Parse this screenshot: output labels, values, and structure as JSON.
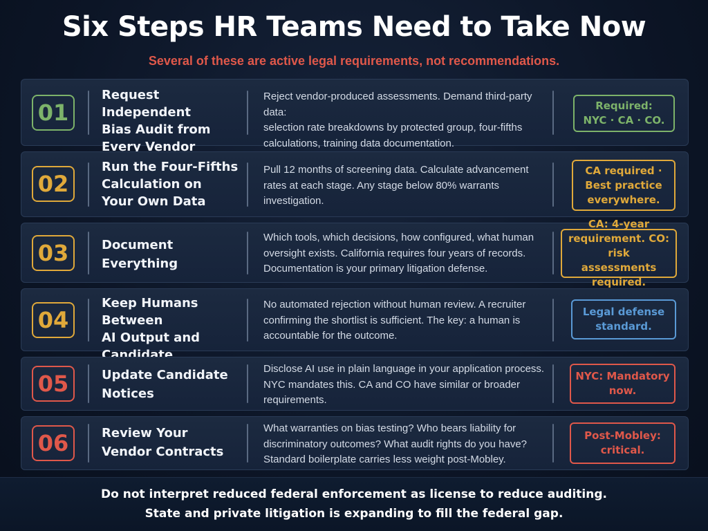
{
  "title": "Six Steps HR Teams Need to Take Now",
  "subtitle": "Several of these are active legal requirements, not recommendations.",
  "steps": [
    {
      "number": "01",
      "title_lines": [
        "Request Independent",
        "Bias Audit from",
        "Every Vendor"
      ],
      "desc_lines": [
        "Reject vendor-produced assessments. Demand third-party data:",
        "selection rate breakdowns by protected group, four-fifths",
        "calculations, training data documentation."
      ],
      "badge_lines": [
        "Required:",
        "NYC · CA · CO."
      ],
      "color": "#7db36a"
    },
    {
      "number": "02",
      "title_lines": [
        "Run the Four-Fifths",
        "Calculation on",
        "Your Own Data"
      ],
      "desc_lines": [
        "Pull 12 months of screening data. Calculate advancement",
        "rates at each stage. Any stage below 80% warrants",
        "investigation."
      ],
      "badge_lines": [
        "CA required ·",
        "Best practice",
        "everywhere."
      ],
      "color": "#e0a93a"
    },
    {
      "number": "03",
      "title_lines": [
        "Document",
        "Everything"
      ],
      "desc_lines": [
        "Which tools, which decisions, how configured, what human",
        "oversight exists. California requires four years of records.",
        "Documentation is your primary litigation defense."
      ],
      "badge_lines": [
        "CA: 4-year",
        "requirement. CO: risk",
        "assessments required."
      ],
      "color": "#e0a93a"
    },
    {
      "number": "04",
      "title_lines": [
        "Keep Humans Between",
        "AI Output and",
        "Candidate Decisions"
      ],
      "desc_lines": [
        "No automated rejection without human review. A recruiter",
        "confirming the shortlist is sufficient. The key: a human is",
        "accountable for the outcome."
      ],
      "badge_lines": [
        "Legal defense",
        "standard."
      ],
      "color": "#e0a93a",
      "badge_color": "#5a9ad6"
    },
    {
      "number": "05",
      "title_lines": [
        "Update Candidate",
        "Notices"
      ],
      "desc_lines": [
        "Disclose AI use in plain language in your application process.",
        "NYC mandates this. CA and CO have similar or broader",
        "requirements."
      ],
      "badge_lines": [
        "NYC: Mandatory",
        "now."
      ],
      "color": "#e0584a"
    },
    {
      "number": "06",
      "title_lines": [
        "Review Your",
        "Vendor Contracts"
      ],
      "desc_lines": [
        "What warranties on bias testing? Who bears liability for",
        "discriminatory outcomes? What audit rights do you have?",
        "Standard boilerplate carries less weight post-Mobley."
      ],
      "badge_lines": [
        "Post-Mobley:",
        "critical."
      ],
      "color": "#e0584a"
    }
  ],
  "footer_lines": [
    "Do not interpret reduced federal enforcement as license to reduce auditing.",
    "State and private litigation is expanding to fill the federal gap."
  ]
}
